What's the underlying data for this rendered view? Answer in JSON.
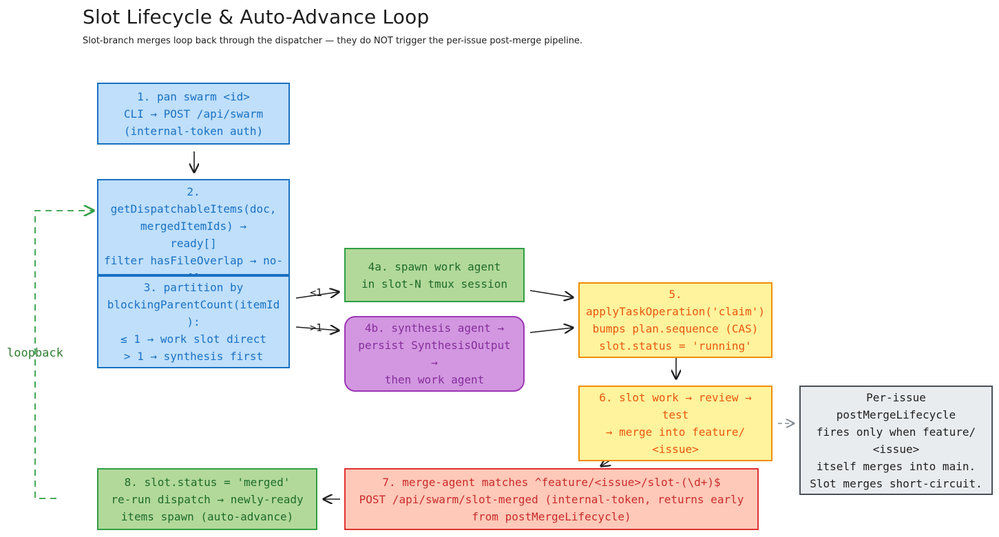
{
  "title": "Slot Lifecycle & Auto-Advance Loop",
  "subtitle": "Slot-branch merges loop back through the dispatcher — they do NOT trigger the per-issue post-merge pipeline.",
  "nodes": {
    "n1": {
      "lines": [
        "1. pan swarm <id>",
        "CLI → POST /api/swarm",
        "(internal-token auth)"
      ]
    },
    "n2": {
      "lines": [
        "2.",
        "getDispatchableItems(doc,",
        "mergedItemIds) →",
        "ready[]",
        "filter hasFileOverlap → no-",
        "[]"
      ]
    },
    "n3": {
      "lines": [
        "3. partition by",
        "blockingParentCount(itemId",
        "):",
        "≤ 1 → work slot direct",
        "> 1 → synthesis first"
      ]
    },
    "n4a": {
      "lines": [
        "4a. spawn work agent",
        "in slot-N tmux session"
      ]
    },
    "n4b": {
      "lines": [
        "4b. synthesis agent →",
        "persist SynthesisOutput",
        "→",
        "then work agent"
      ]
    },
    "n5": {
      "lines": [
        "5.",
        "applyTaskOperation('claim')",
        "bumps plan.sequence (CAS)",
        "slot.status = 'running'"
      ]
    },
    "n6": {
      "lines": [
        "6. slot work → review →",
        "test",
        "→ merge into feature/",
        "<issue>"
      ]
    },
    "nper": {
      "lines": [
        "Per-issue",
        "postMergeLifecycle",
        "fires only when feature/",
        "<issue>",
        "itself merges into main.",
        "Slot merges short-circuit."
      ]
    },
    "n7": {
      "lines": [
        "7. merge-agent matches ^feature/<issue>/slot-(\\d+)$",
        "POST /api/swarm/slot-merged (internal-token, returns early",
        "from postMergeLifecycle)"
      ]
    },
    "n8": {
      "lines": [
        "8. slot.status = 'merged'",
        "re-run dispatch → newly-ready",
        "items spawn (auto-advance)"
      ]
    }
  },
  "edge_labels": {
    "le1": "≤1",
    "gt1": ">1",
    "loopback": "loopback"
  },
  "colors": {
    "blue_stroke": "#1971c2",
    "blue_fill": "#bfdffb",
    "green_stroke": "#2f9e44",
    "green_fill": "#b2d99a",
    "purple_stroke": "#9c36b5",
    "purple_fill": "#d297e0",
    "yellow_stroke": "#f08c00",
    "yellow_fill": "#fff39e",
    "red_stroke": "#e03131",
    "red_fill": "#ffc9b9",
    "gray_stroke": "#495057",
    "gray_fill": "#e9ecef"
  }
}
